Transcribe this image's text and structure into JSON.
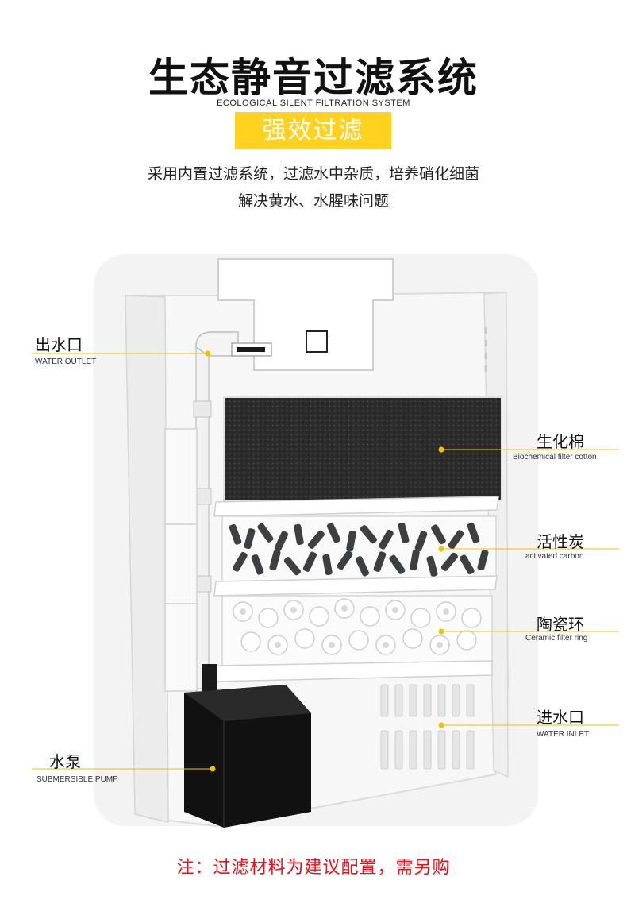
{
  "header": {
    "title": "生态静音过滤系统",
    "subtitle": "ECOLOGICAL SILENT FILTRATION SYSTEM",
    "badge": "强效过滤",
    "desc_line1": "采用内置过滤系统，过滤水中杂质，培养硝化细菌",
    "desc_line2": "解决黄水、水腥味问题"
  },
  "callouts": {
    "water_outlet": {
      "cn": "出水口",
      "en": "WATER OUTLET"
    },
    "filter_cotton": {
      "cn": "生化棉",
      "en": "Biochemical filter cotton"
    },
    "carbon": {
      "cn": "活性炭",
      "en": "activated carbon"
    },
    "ceramic": {
      "cn": "陶瓷环",
      "en": "Ceramic filter ring"
    },
    "water_inlet": {
      "cn": "进水口",
      "en": "WATER INLET"
    },
    "pump": {
      "cn": "水泵",
      "en": "SUBMERSIBLE PUMP"
    }
  },
  "footer_note": "注：过滤材料为建议配置，需另购",
  "colors": {
    "accent": "#ffd21f",
    "note": "#e8101a",
    "callout_line": "#f2c200"
  }
}
